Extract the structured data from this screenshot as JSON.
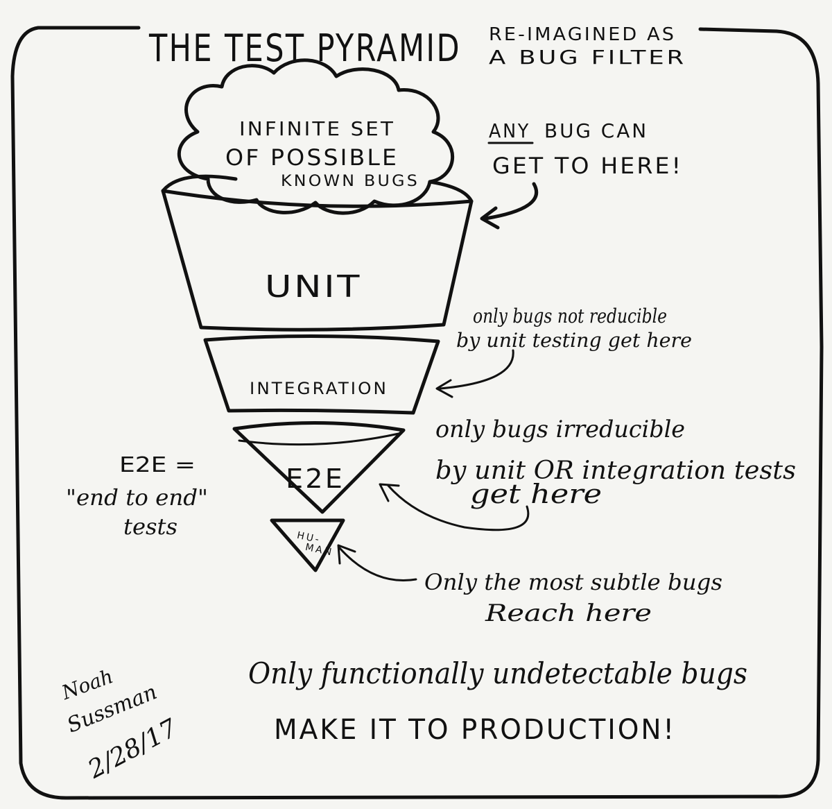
{
  "title": "THE TEST PYRAMID",
  "subtitle_line1": "RE-IMAGINED AS",
  "subtitle_line2": "A BUG FILTER",
  "cloud": {
    "line1": "INFINITE SET",
    "line2": "OF POSSIBLE",
    "line3": "KNOWN BUGS"
  },
  "layers": {
    "unit": "UNIT",
    "integration": "INTEGRATION",
    "e2e": "E2E",
    "human_line1": "HU-",
    "human_line2": "MAN"
  },
  "notes": {
    "any_bug_underlined": "ANY",
    "any_bug_rest": "BUG CAN",
    "any_bug_line2": "GET TO HERE!",
    "unit_line1": "only bugs not reducible",
    "unit_line2": "by unit testing get here",
    "integration_line1": "only bugs irreducible",
    "integration_line2": "by unit OR integration tests",
    "integration_line3": "get here",
    "human_line1": "Only the most subtle bugs",
    "human_line2": "Reach here",
    "e2e_def_line1": "E2E =",
    "e2e_def_line2": "\"end to end\"",
    "e2e_def_line3": "tests",
    "bottom_line1": "Only functionally undetectable bugs",
    "bottom_line2": "MAKE IT TO PRODUCTION!"
  },
  "signature": {
    "name_line1": "Noah",
    "name_line2": "Sussman",
    "date": "2/28/17"
  },
  "colors": {
    "ink": "#111111",
    "paper": "#f5f5f2"
  }
}
